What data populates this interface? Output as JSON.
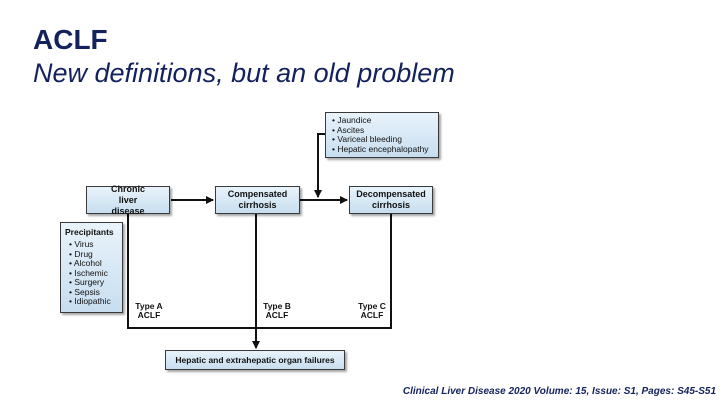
{
  "title": "ACLF",
  "subtitle": "New definitions, but an old problem",
  "diagram": {
    "chronic": "Chronic liver disease",
    "compensated": "Compensated cirrhosis",
    "decompensated": "Decompensated cirrhosis",
    "events": [
      "Jaundice",
      "Ascites",
      "Variceal bleeding",
      "Hepatic encephalopathy"
    ],
    "precipitants_title": "Precipitants",
    "precipitants": [
      "Virus",
      "Drug",
      "Alcohol",
      "Ischemic",
      "Surgery",
      "Sepsis",
      "Idiopathic"
    ],
    "type_a": {
      "line1": "Type A",
      "line2": "ACLF"
    },
    "type_b": {
      "line1": "Type B",
      "line2": "ACLF"
    },
    "type_c": {
      "line1": "Type C",
      "line2": "ACLF"
    },
    "outcome": "Hepatic and extrahepatic organ failures"
  },
  "citation": "Clinical Liver Disease 2020 Volume: 15, Issue: S1, Pages: S45-S51"
}
